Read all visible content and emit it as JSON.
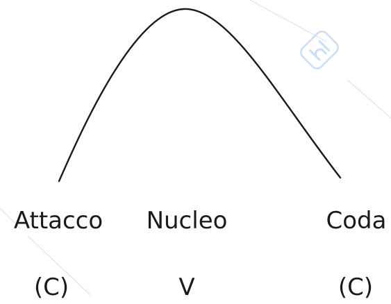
{
  "diagram": {
    "colors": {
      "curve": "#1a1a1a",
      "text": "#1a1a1a",
      "watermark": "#c9def3"
    },
    "syllable_parts": [
      {
        "name": "Attacco",
        "symbol": "(C)"
      },
      {
        "name": "Nucleo",
        "symbol": "V"
      },
      {
        "name": "Coda",
        "symbol": "(C)"
      }
    ]
  }
}
